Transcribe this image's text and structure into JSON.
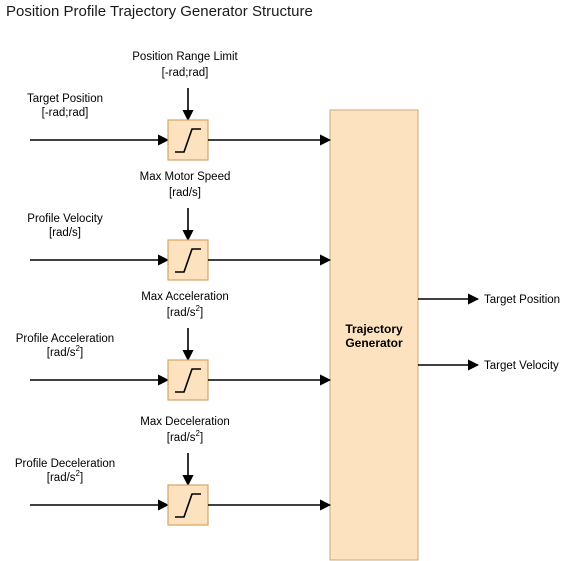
{
  "title": "Position Profile Trajectory Generator Structure",
  "block": {
    "line1": "Trajectory",
    "line2": "Generator"
  },
  "rows": [
    {
      "input": {
        "name": "Target Position",
        "unit": "[-rad;rad]",
        "unit_sup": ""
      },
      "limit": {
        "name": "Position Range Limit",
        "unit": "[-rad;rad]",
        "unit_sup": ""
      }
    },
    {
      "input": {
        "name": "Profile Velocity",
        "unit": "[rad/s]",
        "unit_sup": ""
      },
      "limit": {
        "name": "Max Motor Speed",
        "unit": "[rad/s]",
        "unit_sup": ""
      }
    },
    {
      "input": {
        "name": "Profile Acceleration",
        "unit": "[rad/s",
        "unit_sup": "2"
      },
      "limit": {
        "name": "Max Acceleration",
        "unit": "[rad/s",
        "unit_sup": "2"
      }
    },
    {
      "input": {
        "name": "Profile Deceleration",
        "unit": "[rad/s",
        "unit_sup": "2"
      },
      "limit": {
        "name": "Max Deceleration",
        "unit": "[rad/s",
        "unit_sup": "2"
      }
    }
  ],
  "outputs": [
    {
      "name": "Target Position"
    },
    {
      "name": "Target Velocity"
    }
  ]
}
